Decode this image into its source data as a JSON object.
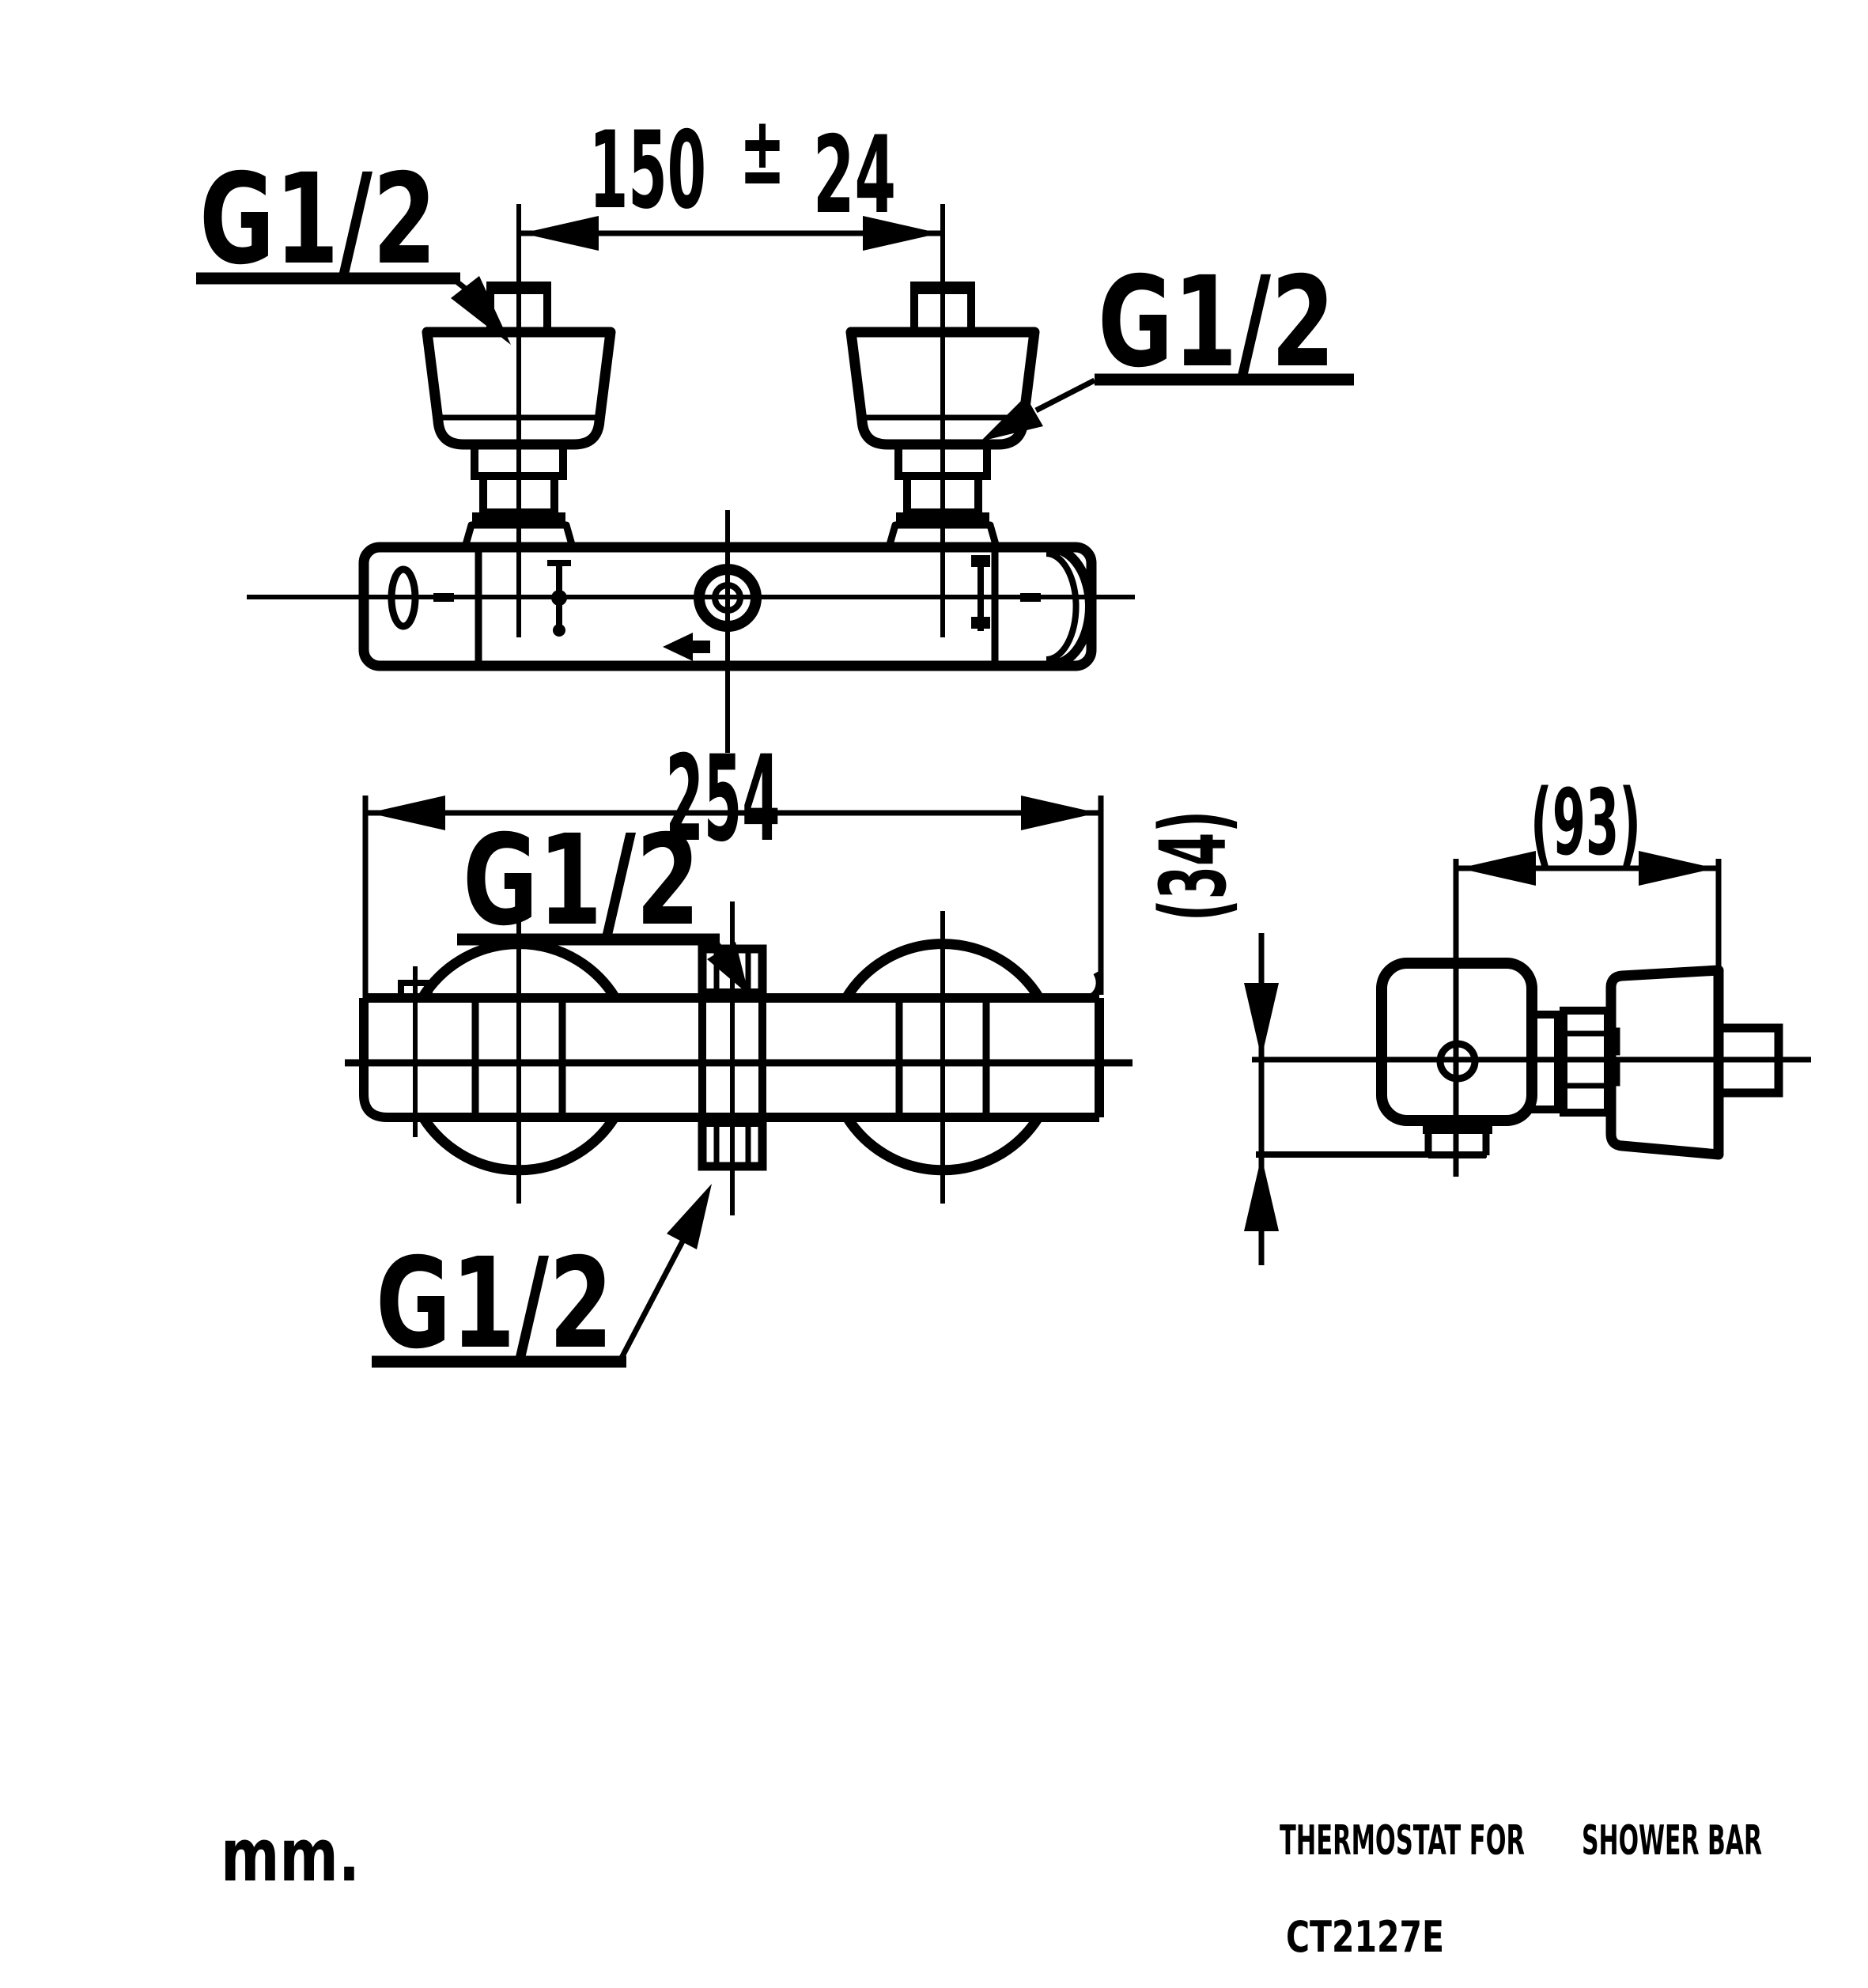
{
  "drawing": {
    "units_label": "mm.",
    "thread_label": "G1/2",
    "dims": {
      "center_distance_value": "150",
      "center_distance_tol_sign": "±",
      "center_distance_tol": "24",
      "overall_width": "254",
      "overall_depth": "(93)",
      "center_height": "(34)"
    },
    "title_block": {
      "product_name_part1": "THERMOSTAT FOR",
      "product_name_part2": "SHOWER BAR",
      "model_code": "CT2127E"
    }
  }
}
